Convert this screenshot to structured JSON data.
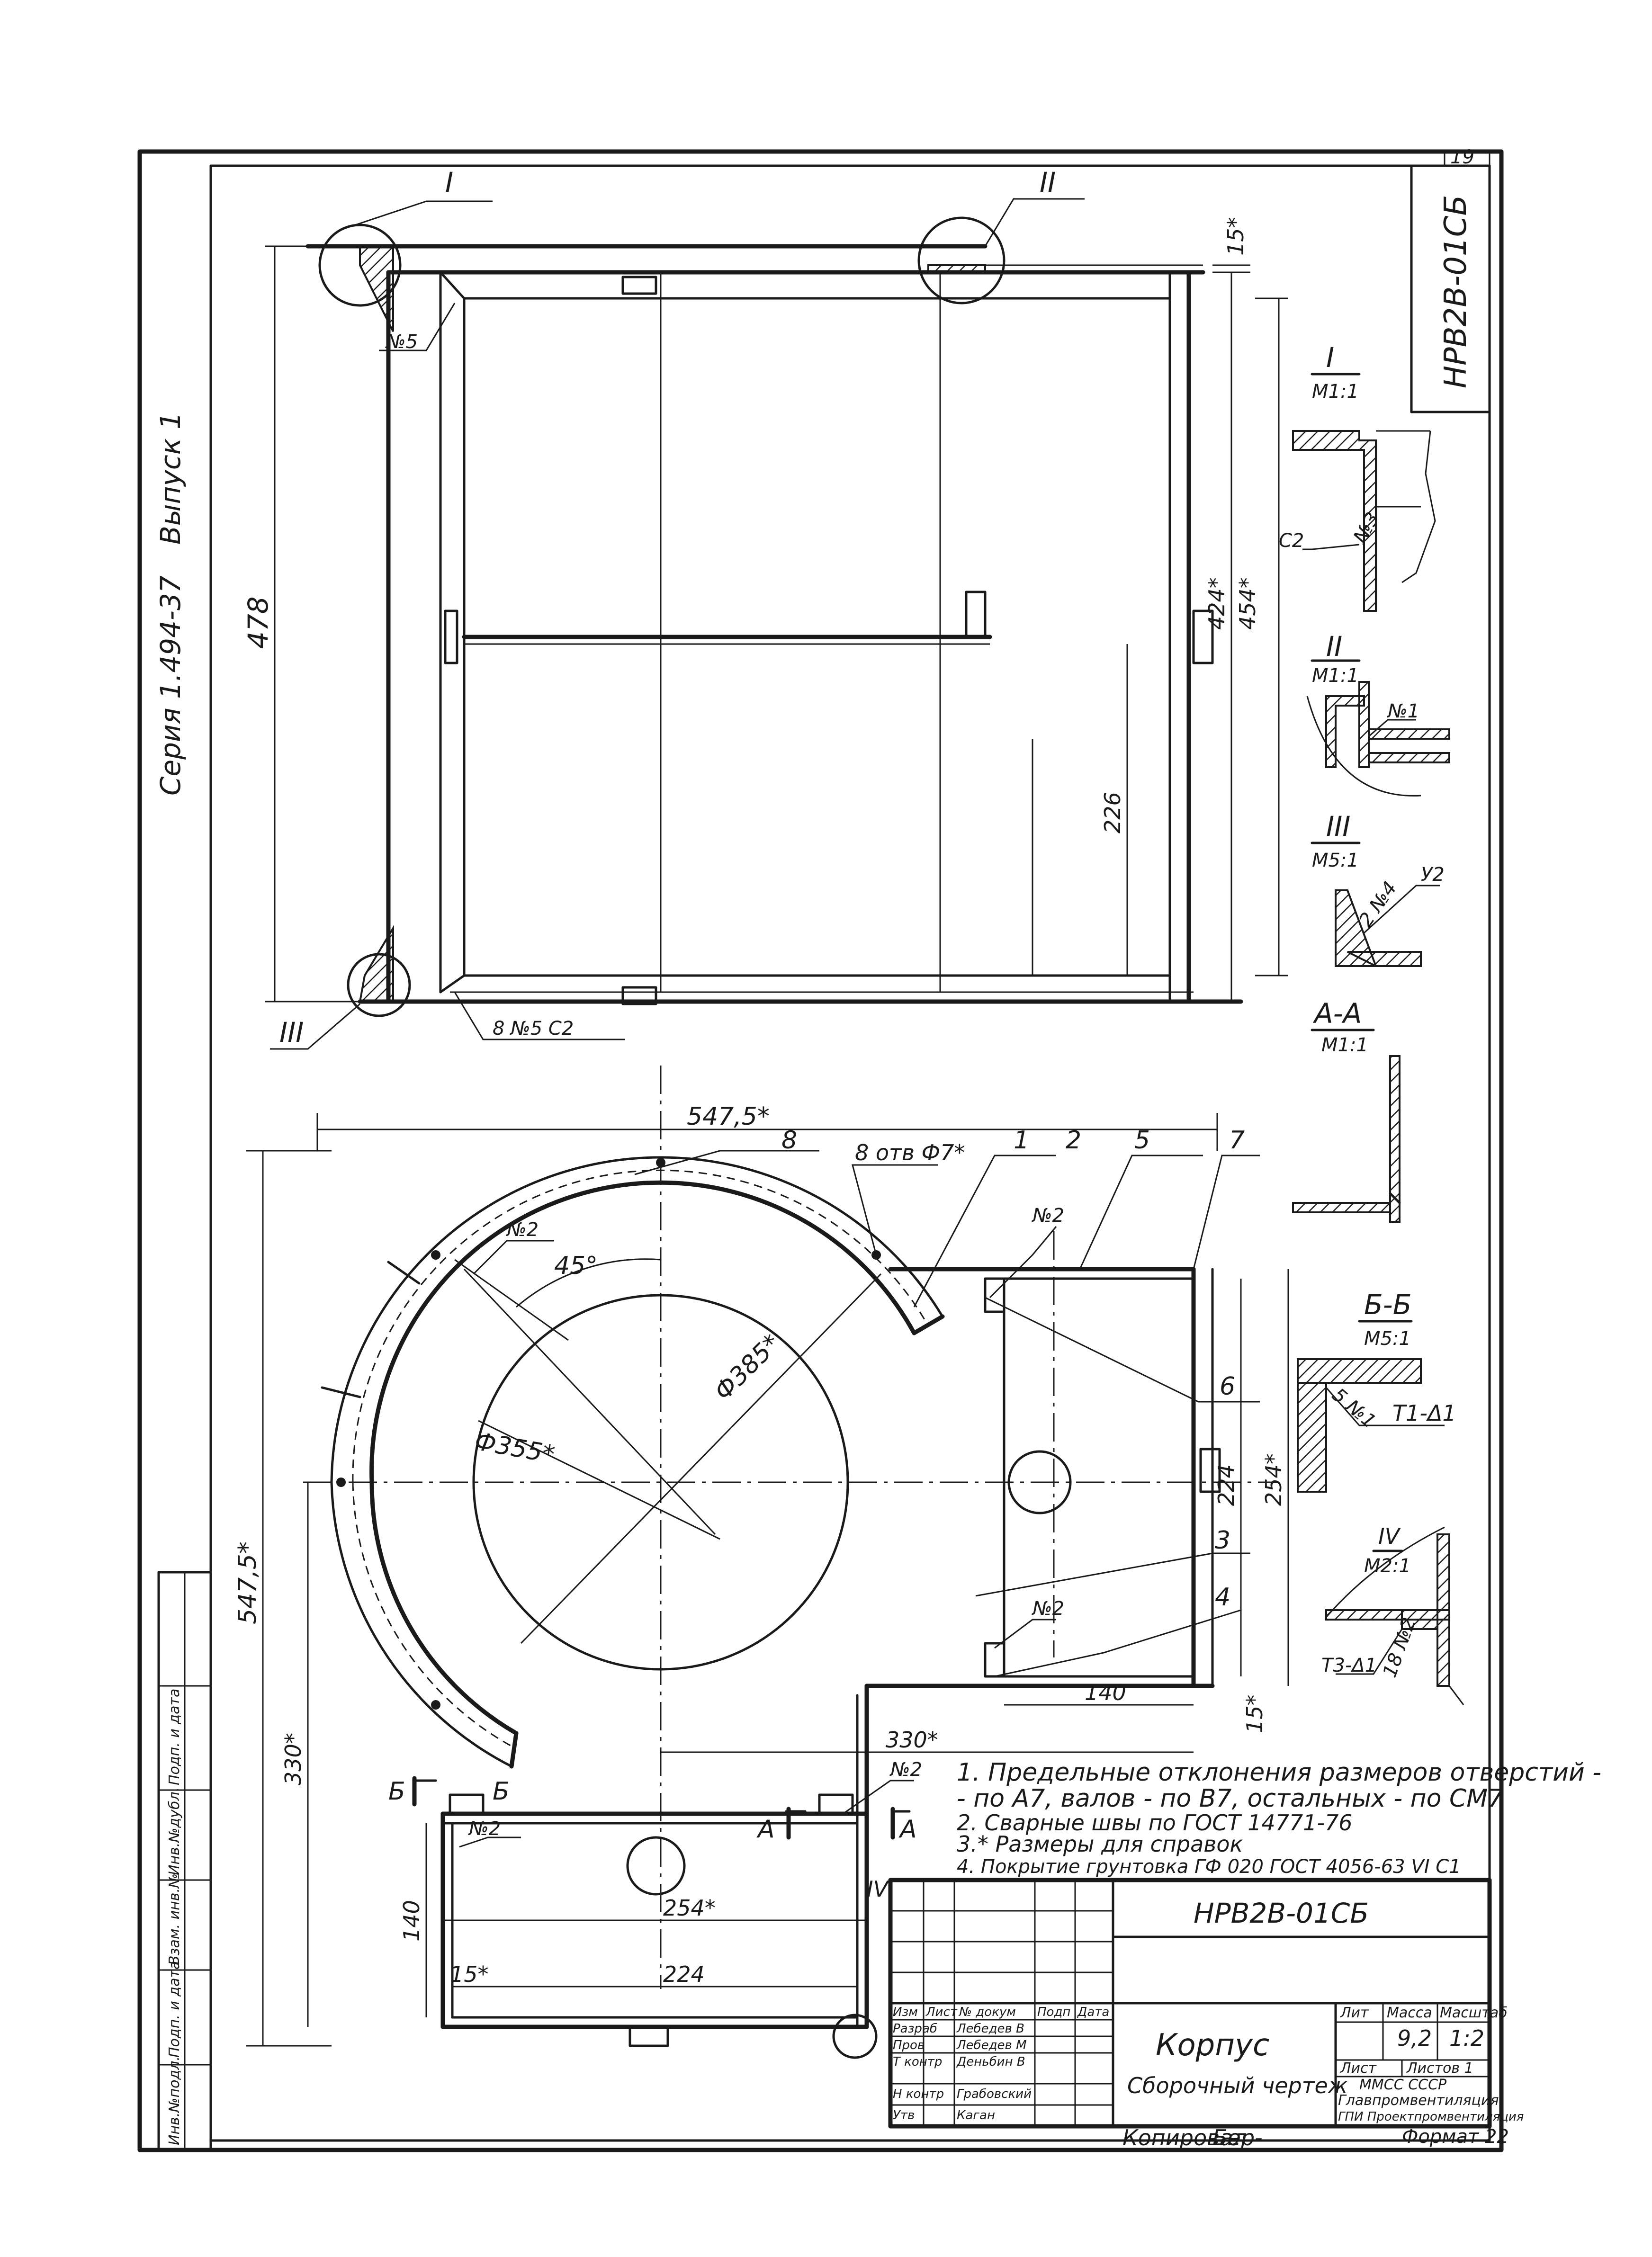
{
  "sheet": {
    "page_number": "19",
    "designation": "НРВ2В-01СБ",
    "series": "Серия 1.494-37",
    "issue": "Выпуск 1",
    "side_stamp": [
      "Инв.№подл.",
      "Подп. и дата",
      "Взам. инв.№",
      "Инв.№дубл.",
      "Подп. и дата"
    ]
  },
  "front_view": {
    "dimensions": {
      "overall_height": "478",
      "inner_height_1": "424*",
      "inner_height_2": "454*",
      "half_height": "226",
      "flange": "15*"
    },
    "callouts": {
      "detail_1": "I",
      "detail_2": "II",
      "detail_3": "III",
      "weld_5": "№5",
      "weld_bottom": "8 №5  С2"
    }
  },
  "plan_view": {
    "dimensions": {
      "width_top": "547,5*",
      "height_left": "547,5*",
      "diameter_355": "Ф355*",
      "diameter_385": "Ф385*",
      "angle": "45°",
      "holes": "8 отв Ф7*",
      "box_height_1": "224",
      "box_height_2": "254*",
      "box_width": "140",
      "offset_330_h": "330*",
      "offset_330_v": "330*",
      "flange_15": "15*",
      "lower_height": "140",
      "lower_width_1": "254*",
      "lower_width_2": "224",
      "lower_flange": "15*"
    },
    "callouts": {
      "pos_1": "1",
      "pos_2": "2",
      "pos_3": "3",
      "pos_4": "4",
      "pos_5": "5",
      "pos_6": "6",
      "pos_7": "7",
      "pos_8": "8",
      "weld_2a": "№2",
      "weld_2b": "№2",
      "weld_2c": "№2",
      "weld_2d": "№2",
      "weld_2e": "№2",
      "section_a": "А",
      "section_a2": "А",
      "section_b": "Б",
      "section_b2": "Б",
      "detail_4": "IV"
    }
  },
  "details": {
    "d1": {
      "title": "I",
      "scale": "М1:1",
      "weld": "№3",
      "code": "С2"
    },
    "d2": {
      "title": "II",
      "scale": "М1:1",
      "weld": "№1"
    },
    "d3": {
      "title": "III",
      "scale": "М5:1",
      "weld": "2 №4",
      "code": "У2"
    },
    "da": {
      "title": "А-А",
      "scale": "М1:1"
    },
    "db": {
      "title": "Б-Б",
      "scale": "М5:1",
      "weld": "5 №1",
      "code": "Т1-Δ1"
    },
    "d4": {
      "title": "IV",
      "scale": "М2:1",
      "weld": "18 №2",
      "code": "Т3-Δ1"
    }
  },
  "notes": [
    "1. Предельные отклонения размеров отверстий -",
    "- по А7, валов - по В7, остальных - по СМ7",
    "2. Сварные швы по ГОСТ 14771-76",
    "3.* Размеры для справок",
    "4. Покрытие грунтовка ГФ 020 ГОСТ 4056-63 VI С1"
  ],
  "title_block": {
    "designation": "НРВ2В-01СБ",
    "name": "Корпус",
    "doc_type": "Сборочный чертеж",
    "col_headers": [
      "Изм",
      "Лист",
      "№ докум",
      "Подп",
      "Дата"
    ],
    "people": [
      {
        "role": "Разраб",
        "name": "Лебедев В"
      },
      {
        "role": "Пров",
        "name": "Лебедев М"
      },
      {
        "role": "Т контр",
        "name": "Деньбин В"
      },
      {
        "role": "Н контр",
        "name": "Грабовский"
      },
      {
        "role": "Утв",
        "name": "Каган"
      }
    ],
    "lit_label": "Лит",
    "mass_label": "Масса",
    "scale_label": "Масштаб",
    "mass": "9,2",
    "scale": "1:2",
    "sheet_label": "Лист",
    "sheets_label": "Листов  1",
    "org_1": "ММСС СССР",
    "org_2": "Главпромвентиляция",
    "org_3": "ГПИ Проектпромвентиляция",
    "copied_by": "Копировал",
    "copied_name": "Бер-",
    "format": "Формат 22"
  }
}
